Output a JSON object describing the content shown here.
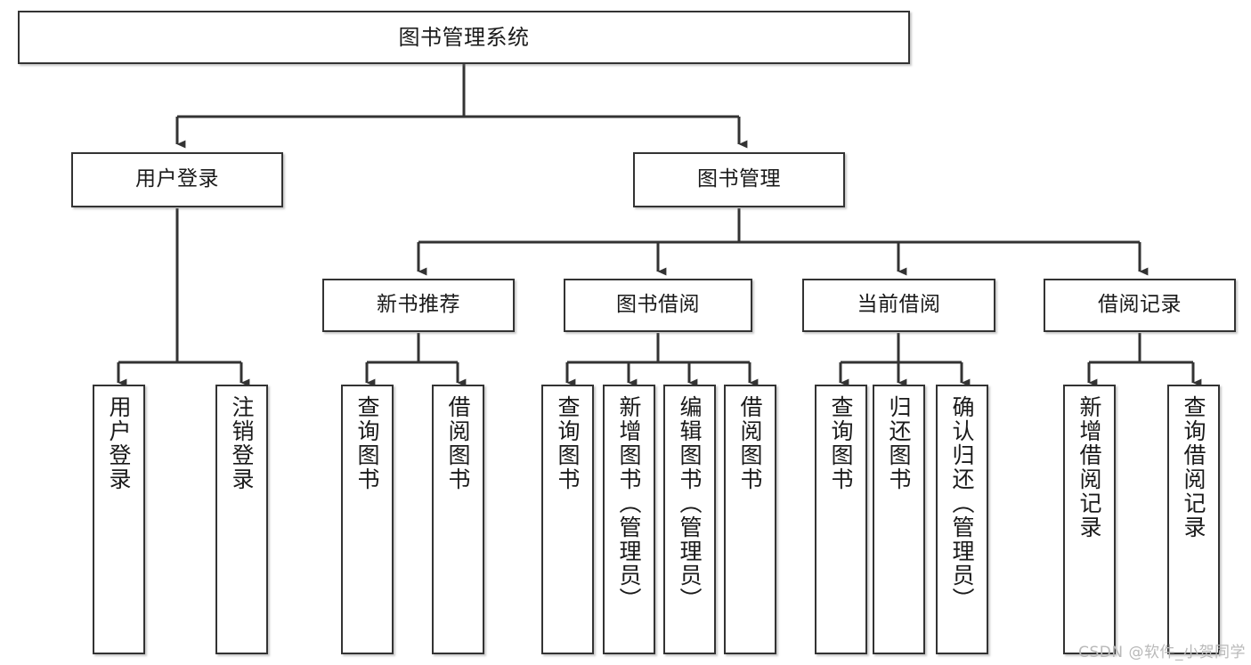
{
  "diagram": {
    "type": "tree",
    "title": "图书管理系统",
    "watermark": "CSDN @软件_小贺同学",
    "colors": {
      "node_border": "#333333",
      "node_fill": "#ffffff",
      "connector": "#333333",
      "background": "#ffffff",
      "watermark": "#b9b9b9"
    },
    "root": {
      "id": "root",
      "label": "图书管理系统"
    },
    "level1": [
      {
        "id": "user-login",
        "label": "用户登录"
      },
      {
        "id": "book-management",
        "label": "图书管理"
      }
    ],
    "level2": [
      {
        "id": "new-book-recommend",
        "label": "新书推荐",
        "parent": "book-management"
      },
      {
        "id": "book-borrow",
        "label": "图书借阅",
        "parent": "book-management"
      },
      {
        "id": "current-borrow",
        "label": "当前借阅",
        "parent": "book-management"
      },
      {
        "id": "borrow-record",
        "label": "借阅记录",
        "parent": "book-management"
      }
    ],
    "leaves": {
      "user_login": [
        {
          "id": "leaf-user-login",
          "label": "用户登录"
        },
        {
          "id": "leaf-user-logout",
          "label": "注销登录"
        }
      ],
      "new_book_recommend": [
        {
          "id": "leaf-query-book-1",
          "label": "查询图书"
        },
        {
          "id": "leaf-borrow-book-1",
          "label": "借阅图书"
        }
      ],
      "book_borrow": [
        {
          "id": "leaf-query-book-2",
          "label": "查询图书"
        },
        {
          "id": "leaf-add-book",
          "label": "新增图书（管理员）"
        },
        {
          "id": "leaf-edit-book",
          "label": "编辑图书（管理员）"
        },
        {
          "id": "leaf-borrow-book-2",
          "label": "借阅图书"
        }
      ],
      "current_borrow": [
        {
          "id": "leaf-query-book-3",
          "label": "查询图书"
        },
        {
          "id": "leaf-return-book",
          "label": "归还图书"
        },
        {
          "id": "leaf-confirm-return",
          "label": "确认归还（管理员）"
        }
      ],
      "borrow_record": [
        {
          "id": "leaf-add-record",
          "label": "新增借阅记录"
        },
        {
          "id": "leaf-query-record",
          "label": "查询借阅记录"
        }
      ]
    }
  }
}
